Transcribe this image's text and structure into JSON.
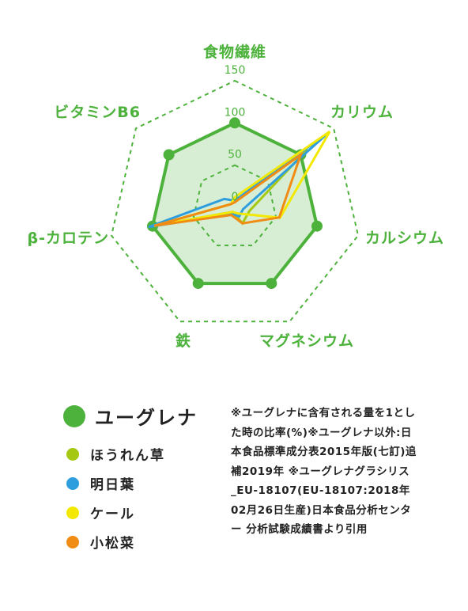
{
  "chart_data": {
    "type": "radar",
    "axes": [
      "食物繊維",
      "カリウム",
      "カルシウム",
      "マグネシウム",
      "鉄",
      "β-カロテン",
      "ビタミンB6"
    ],
    "ticks": [
      {
        "value": 0,
        "label": "0"
      },
      {
        "value": 50,
        "label": "50"
      },
      {
        "value": 100,
        "label": "100"
      },
      {
        "value": 150,
        "label": "150"
      }
    ],
    "rmax": 150,
    "grid": "dashed",
    "series": [
      {
        "name": "ユーグレナ",
        "color": "#4cb23b",
        "values": [
          100,
          100,
          100,
          100,
          100,
          100,
          100
        ],
        "fill": true,
        "markers": true
      },
      {
        "name": "ほうれん草",
        "color": "#a5c813",
        "values": [
          8,
          110,
          18,
          21,
          6,
          99,
          6
        ]
      },
      {
        "name": "明日葉",
        "color": "#2e9ede",
        "values": [
          8,
          144,
          10,
          12,
          8,
          105,
          16
        ]
      },
      {
        "name": "ケール",
        "color": "#f3e900",
        "values": [
          12,
          144,
          55,
          8,
          6,
          98,
          6
        ]
      },
      {
        "name": "小松菜",
        "color": "#f08c14",
        "values": [
          6,
          100,
          54,
          21,
          10,
          98,
          6
        ]
      }
    ]
  },
  "note": "※ユーグレナに含有される量を1とした時の比率(%)※ユーグレナ以外:日本食品標準成分表2015年版(七訂)追補2019年 ※ユーグレナグラシリス_EU-18107(EU-18107:2018年02月26日生産)日本食品分析センター 分析試験成績書より引用"
}
